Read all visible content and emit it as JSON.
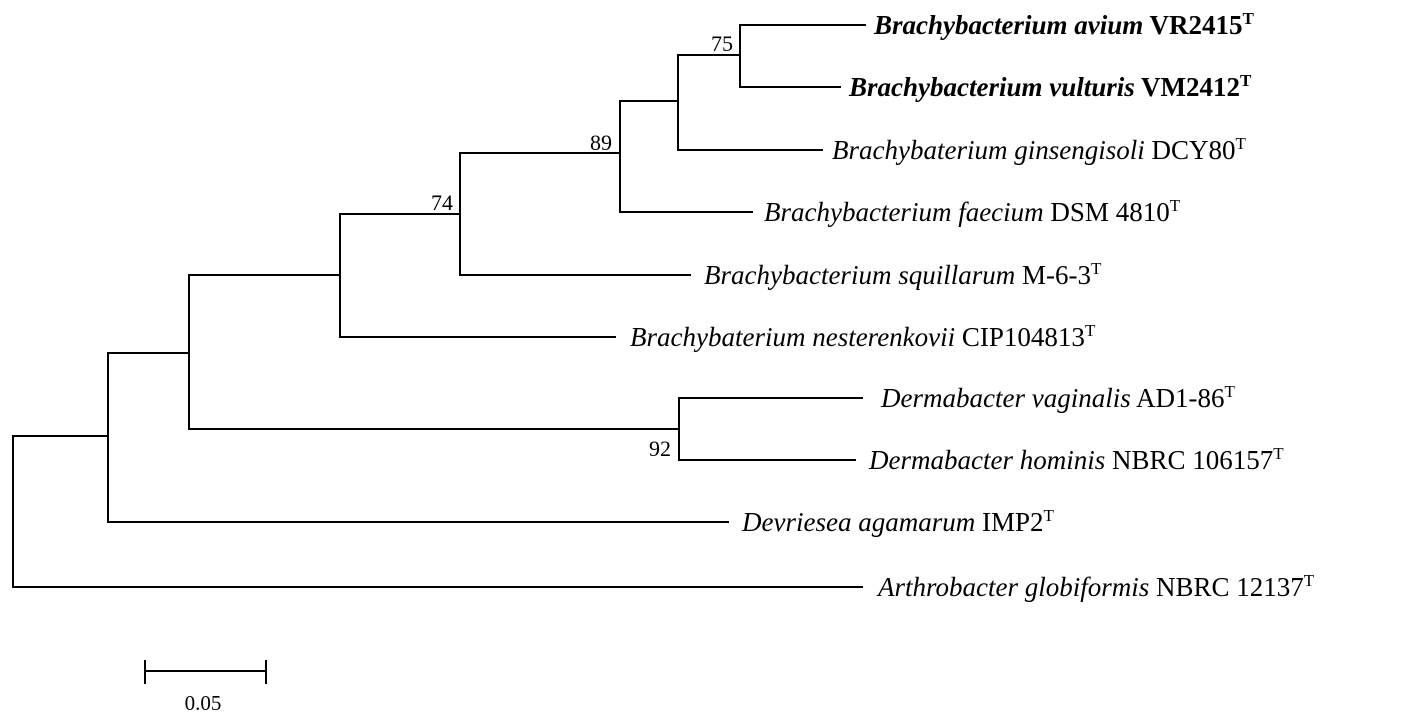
{
  "tree": {
    "taxa": [
      {
        "id": "t_avium",
        "species": "Brachybacterium avium",
        "strain": "VR2415",
        "sup": "T",
        "highlight": true
      },
      {
        "id": "t_vulturis",
        "species": "Brachybacterium vulturis",
        "strain": "VM2412",
        "sup": "T",
        "highlight": true
      },
      {
        "id": "t_ginsengisoli",
        "species": "Brachybaterium ginsengisoli",
        "strain": "DCY80",
        "sup": "T",
        "highlight": false
      },
      {
        "id": "t_faecium",
        "species": "Brachybacterium faecium",
        "strain": "DSM 4810",
        "sup": "T",
        "highlight": false
      },
      {
        "id": "t_squillarum",
        "species": "Brachybacterium squillarum",
        "strain": "M-6-3",
        "sup": "T",
        "highlight": false
      },
      {
        "id": "t_nesterenkovii",
        "species": "Brachybaterium nesterenkovii",
        "strain": "CIP104813",
        "sup": "T",
        "highlight": false
      },
      {
        "id": "t_vaginalis",
        "species": "Dermabacter vaginalis",
        "strain": "AD1-86",
        "sup": "T",
        "highlight": false
      },
      {
        "id": "t_hominis",
        "species": "Dermabacter hominis",
        "strain": "NBRC 106157",
        "sup": "T",
        "highlight": false
      },
      {
        "id": "t_agamarum",
        "species": "Devriesea agamarum",
        "strain": "IMP2",
        "sup": "T",
        "highlight": false
      },
      {
        "id": "t_globiformis",
        "species": "Arthrobacter globiformis",
        "strain": "NBRC 12137",
        "sup": "T",
        "highlight": false
      }
    ],
    "bootstrap": [
      {
        "node": "n_avium_vulturis",
        "value": "75"
      },
      {
        "node": "n_ginsengisoli",
        "value": "89"
      },
      {
        "node": "n_faecium",
        "value": "74"
      },
      {
        "node": "n_dermabacter",
        "value": "92"
      }
    ],
    "scale_bar": {
      "label": "0.05"
    }
  }
}
